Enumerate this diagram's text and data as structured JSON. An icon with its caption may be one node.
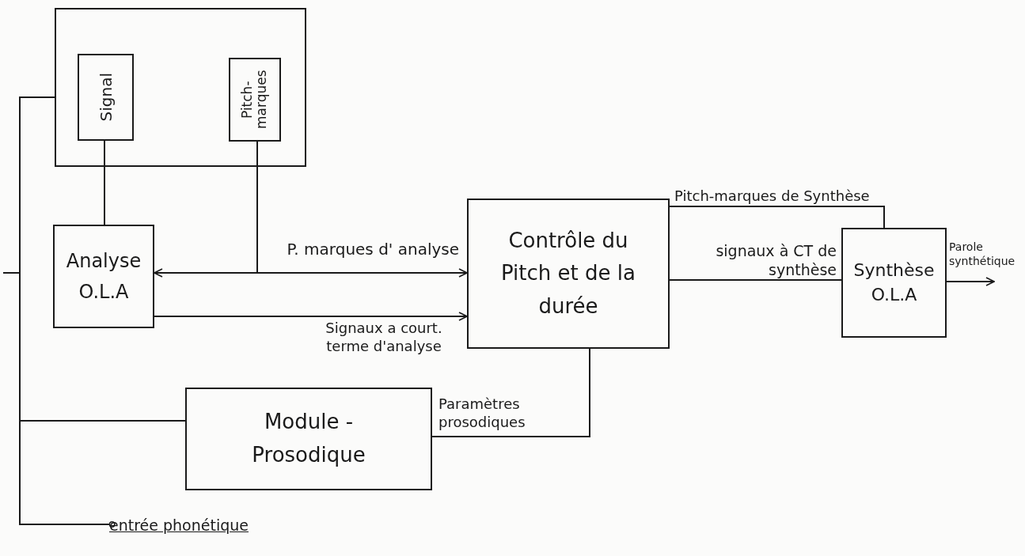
{
  "diagram": {
    "nodes": [
      {
        "text": [],
        "shape": "box"
      },
      {
        "text": [
          "Signal"
        ],
        "in": 0
      },
      {
        "text": [
          "Pitch-marques"
        ],
        "in": 0
      },
      {
        "text": [
          "Analyse O.L.A"
        ]
      },
      {
        "text": [
          "Contrôle du Pitch et de la durée"
        ]
      },
      {
        "text": [
          "Synthèse O.L.A"
        ]
      },
      {
        "text": [
          "Module - Prosodique"
        ]
      },
      {
        "text": [
          "entrée phonétique"
        ]
      }
    ],
    "edges": [
      {
        "from": 1,
        "to": 3,
        "arrow": "none"
      },
      {
        "from": 2,
        "to": 3,
        "arrow": "to"
      },
      {
        "from": 2,
        "to": 4,
        "arrow": "to",
        "label": "P. marques d' analyse"
      },
      {
        "from": 3,
        "to": 4,
        "arrow": "to",
        "label": "Signaux a court. terme d'analyse"
      },
      {
        "from": 4,
        "to": 5,
        "arrow": "none",
        "label": "Pitch-marques de Synthèse"
      },
      {
        "from": 4,
        "to": 5,
        "arrow": "none",
        "label": "signaux à CT de synthèse"
      },
      {
        "from": 5,
        "to": null,
        "arrow": "to",
        "label": "Parole synthétique"
      },
      {
        "from": 6,
        "to": 4,
        "arrow": "none",
        "label": "Paramètres prosodiques"
      },
      {
        "from": 7,
        "to": 0,
        "arrow": "other"
      },
      {
        "from": 7,
        "to": 6,
        "arrow": "other"
      }
    ]
  }
}
